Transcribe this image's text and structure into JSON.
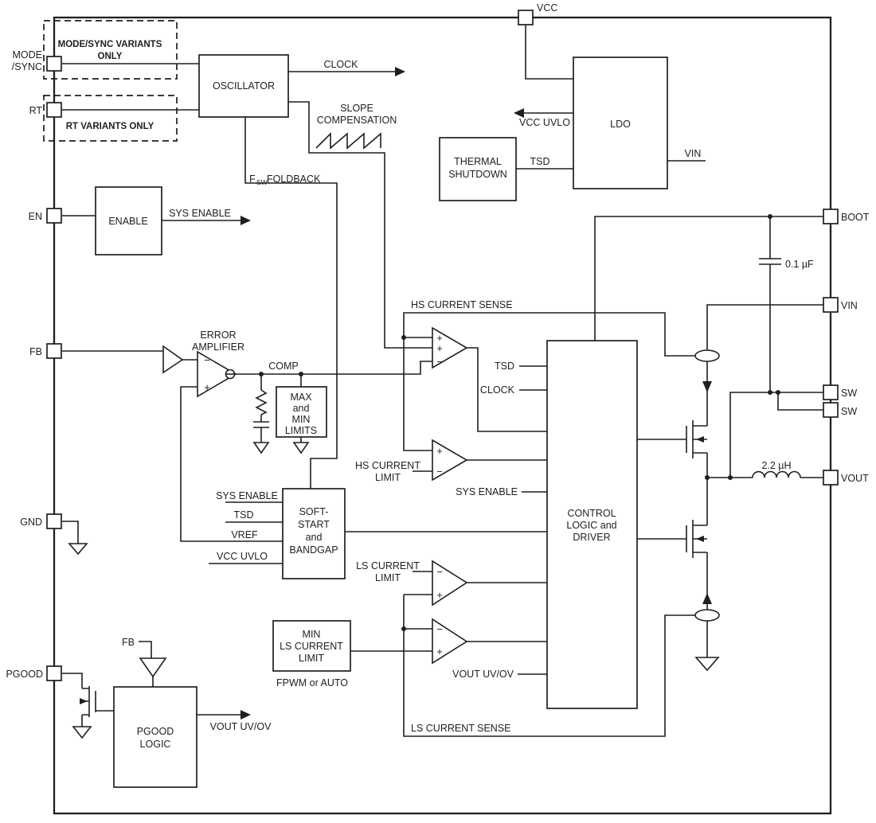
{
  "pins": {
    "mode": "MODE",
    "sync": "/SYNC",
    "rt": "RT",
    "en": "EN",
    "fb": "FB",
    "gnd": "GND",
    "pgood": "PGOOD",
    "vcc": "VCC",
    "boot": "BOOT",
    "vin": "VIN",
    "sw1": "SW",
    "sw2": "SW",
    "vout": "VOUT"
  },
  "variants": {
    "modesync_line1": "MODE/SYNC VARIANTS",
    "modesync_line2": "ONLY",
    "rt_only": "RT VARIANTS ONLY"
  },
  "blocks": {
    "oscillator": "OSCILLATOR",
    "enable": "ENABLE",
    "ldo": "LDO",
    "thermal_line1": "THERMAL",
    "thermal_line2": "SHUTDOWN",
    "maxmin_line1": "MAX",
    "maxmin_line2": "and",
    "maxmin_line3": "MIN",
    "maxmin_line4": "LIMITS",
    "softstart_line1": "SOFT-",
    "softstart_line2": "START",
    "softstart_line3": "and",
    "softstart_line4": "BANDGAP",
    "minls_line1": "MIN",
    "minls_line2": "LS CURRENT",
    "minls_line3": "LIMIT",
    "control_line1": "CONTROL",
    "control_line2": "LOGIC and",
    "control_line3": "DRIVER",
    "pgood_line1": "PGOOD",
    "pgood_line2": "LOGIC"
  },
  "signals": {
    "clock_out": "CLOCK",
    "slope_line1": "SLOPE",
    "slope_line2": "COMPENSATION",
    "fsw_f": "F",
    "fsw_sub": "SW",
    "fsw_rest": "FOLDBACK",
    "sys_enable_out": "SYS ENABLE",
    "error_amp_line1": "ERROR",
    "error_amp_line2": "AMPLIFIER",
    "comp": "COMP",
    "hs_current_sense": "HS CURRENT SENSE",
    "hs_limit_line1": "HS CURRENT",
    "hs_limit_line2": "LIMIT",
    "tsd_in": "TSD",
    "clock_in": "CLOCK",
    "sys_enable_in": "SYS ENABLE",
    "ss_sys_enable": "SYS ENABLE",
    "ss_tsd": "TSD",
    "ss_vref": "VREF",
    "ss_vcc_uvlo": "VCC UVLO",
    "ls_limit_line1": "LS CURRENT",
    "ls_limit_line2": "LIMIT",
    "fpwm_auto": "FPWM or AUTO",
    "vout_uvov_in": "VOUT UV/OV",
    "ls_current_sense": "LS CURRENT SENSE",
    "vcc_uvlo": "VCC UVLO",
    "tsd_ldo": "TSD",
    "vin_ldo": "VIN",
    "bootstrap_cap": "0.1 µF",
    "inductor": "2.2 µH",
    "fb_tap": "FB",
    "vout_uvov_out": "VOUT UV/OV"
  },
  "symbols": {
    "plus": "+",
    "minus": "−"
  }
}
